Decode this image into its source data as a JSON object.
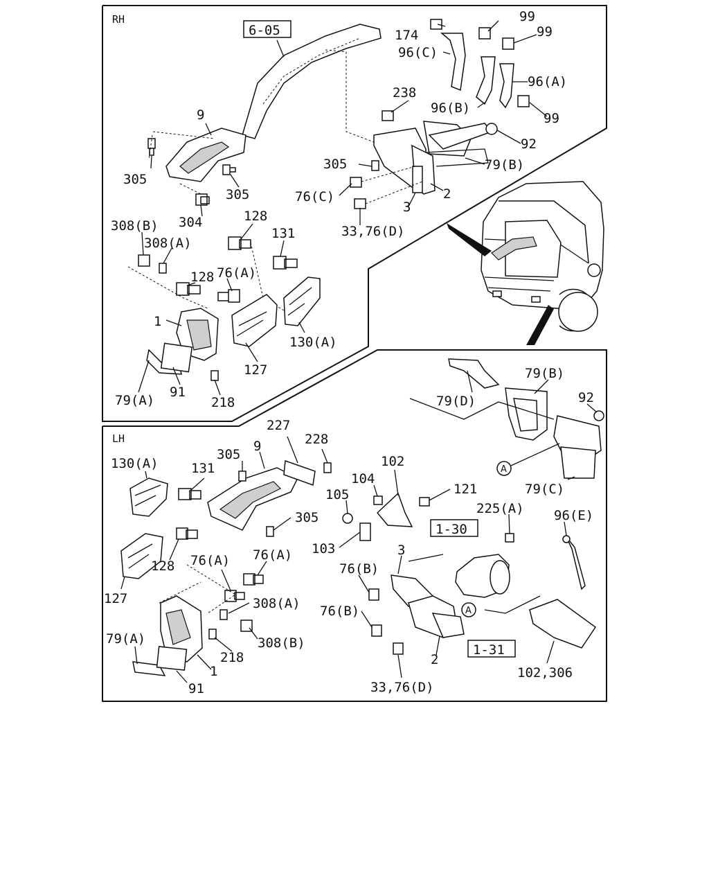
{
  "sections": {
    "rh": "RH",
    "lh": "LH"
  },
  "refs": {
    "rh_ref": "6-05",
    "lh_ref_1": "1-30",
    "lh_ref_2": "1-31"
  },
  "marker": "A",
  "rh_labels": {
    "l174": "174",
    "l99a": "99",
    "l99b": "99",
    "l96c": "96(C)",
    "l96a": "96(A)",
    "l238": "238",
    "l96b": "96(B)",
    "l99c": "99",
    "l9": "9",
    "l92": "92",
    "l305a": "305",
    "l79b": "79(B)",
    "l305b": "305",
    "l305c": "305",
    "l2": "2",
    "l76c": "76(C)",
    "l3": "3",
    "l304": "304",
    "l3376d": "33,76(D)",
    "l308b": "308(B)",
    "l128a": "128",
    "l308a": "308(A)",
    "l131": "131",
    "l128b": "128",
    "l76a": "76(A)",
    "l1": "1",
    "l130a": "130(A)",
    "l127": "127",
    "l79a": "79(A)",
    "l91": "91",
    "l218": "218"
  },
  "mid_labels": {
    "l79b": "79(B)",
    "l79d": "79(D)",
    "l92": "92",
    "l79c": "79(C)"
  },
  "lh_labels": {
    "l227": "227",
    "l228": "228",
    "l130a": "130(A)",
    "l305a": "305",
    "l9": "9",
    "l131": "131",
    "l102": "102",
    "l104": "104",
    "l105": "105",
    "l121": "121",
    "l225a": "225(A)",
    "l305b": "305",
    "l96e": "96(E)",
    "l103": "103",
    "l128": "128",
    "l76aa": "76(A)",
    "l76ab": "76(A)",
    "l3": "3",
    "l76ba": "76(B)",
    "l127": "127",
    "l308a": "308(A)",
    "l76bb": "76(B)",
    "l79a": "79(A)",
    "l308b": "308(B)",
    "l218": "218",
    "l2": "2",
    "l1": "1",
    "l102306": "102,306",
    "l91": "91",
    "l3376d": "33,76(D)"
  }
}
